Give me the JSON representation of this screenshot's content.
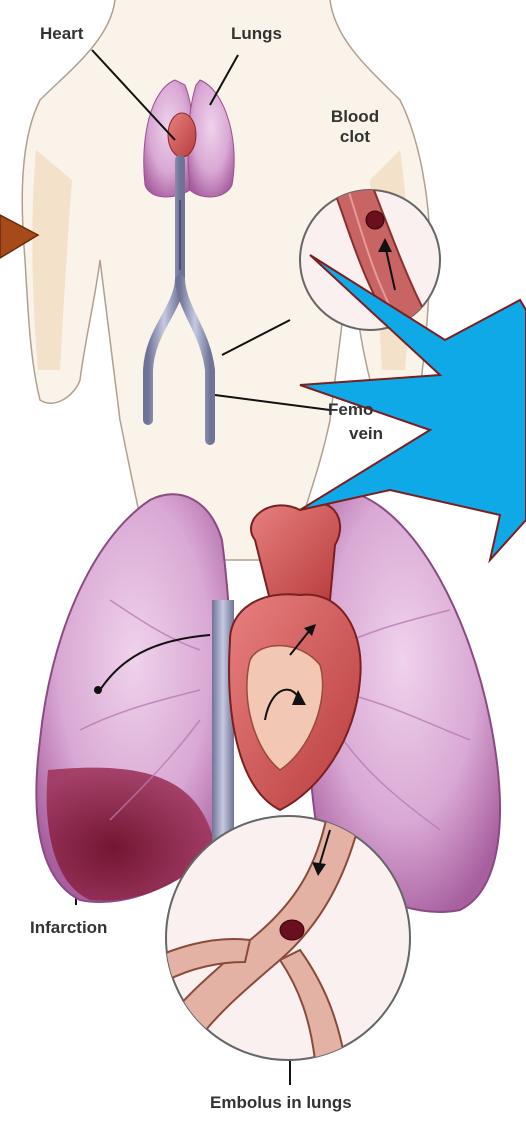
{
  "labels": {
    "heart": "Heart",
    "lungs": "Lungs",
    "blood_clot_line1": "Blood",
    "blood_clot_line2": "clot",
    "femoral_line1": "Femo",
    "femoral_line2": "vein",
    "infarction": "Infarction",
    "embolus": "Embolus in lungs"
  },
  "colors": {
    "lung_pink": "#d9a8d4",
    "lung_dark": "#a05a98",
    "infarct": "#7a1030",
    "heart_red": "#cc5555",
    "vein_blue": "#8f93b8",
    "skin": "#f1dcc2",
    "callout_blue": "#10a9e8",
    "callout_border": "#7b1e1e",
    "arrow_brown": "#a64a1a"
  }
}
